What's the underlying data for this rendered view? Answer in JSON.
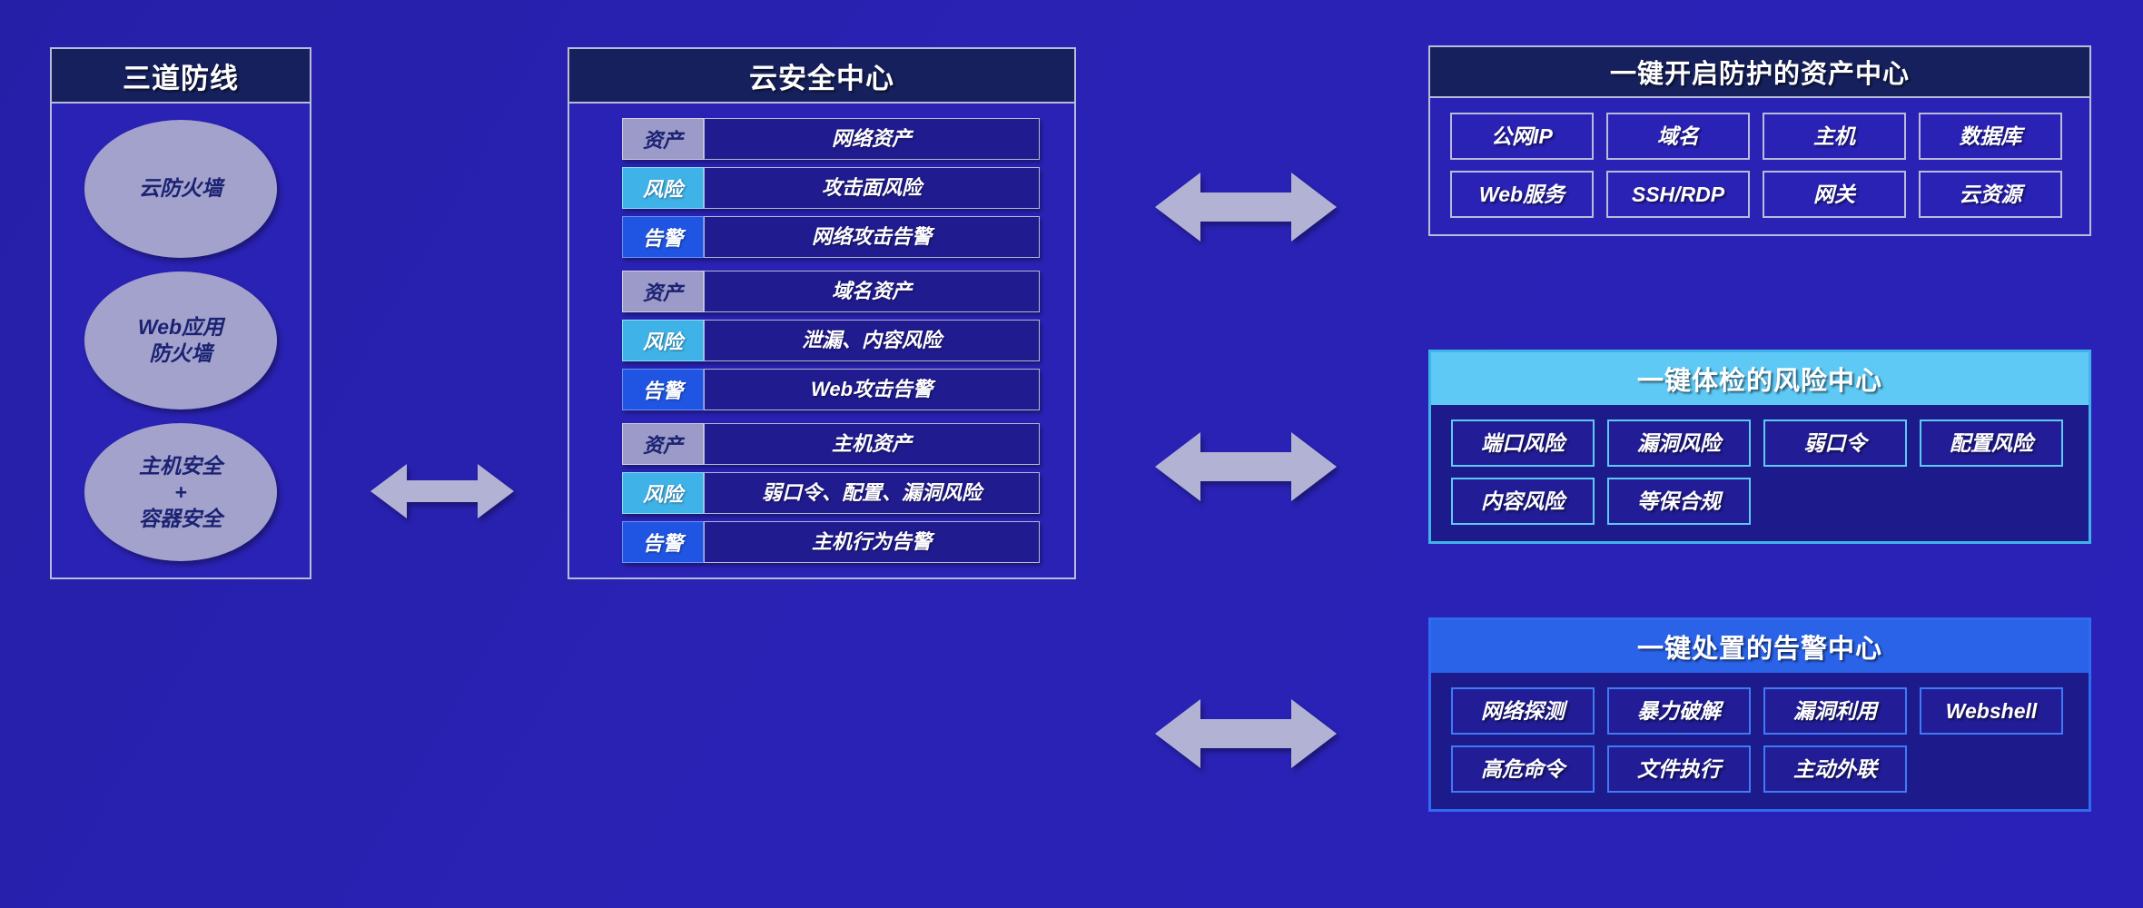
{
  "background_color": "#2a22b4",
  "left_panel": {
    "title": "三道防线",
    "bubbles": [
      {
        "lines": [
          "云防火墙"
        ]
      },
      {
        "lines": [
          "Web应用",
          "防火墙"
        ]
      },
      {
        "lines": [
          "主机安全",
          "+",
          "容器安全"
        ]
      }
    ]
  },
  "center_panel": {
    "title": "云安全中心",
    "tag_colors": {
      "asset": "#9b9ac8",
      "risk": "#3fb3e8",
      "alert": "#1f55e2"
    },
    "groups": [
      {
        "rows": [
          {
            "tag": "资产",
            "kind": "asset",
            "value": "网络资产"
          },
          {
            "tag": "风险",
            "kind": "risk",
            "value": "攻击面风险"
          },
          {
            "tag": "告警",
            "kind": "alert",
            "value": "网络攻击告警"
          }
        ]
      },
      {
        "rows": [
          {
            "tag": "资产",
            "kind": "asset",
            "value": "域名资产"
          },
          {
            "tag": "风险",
            "kind": "risk",
            "value": "泄漏、内容风险"
          },
          {
            "tag": "告警",
            "kind": "alert",
            "value": "Web攻击告警"
          }
        ]
      },
      {
        "rows": [
          {
            "tag": "资产",
            "kind": "asset",
            "value": "主机资产"
          },
          {
            "tag": "风险",
            "kind": "risk",
            "value": "弱口令、配置、漏洞风险"
          },
          {
            "tag": "告警",
            "kind": "alert",
            "value": "主机行为告警"
          }
        ]
      }
    ]
  },
  "right_panels": [
    {
      "id": "asset",
      "title": "一键开启防护的资产中心",
      "accent": "#b9bcd8",
      "rows": [
        [
          "公网IP",
          "域名",
          "主机",
          "数据库"
        ],
        [
          "Web服务",
          "SSH/RDP",
          "网关",
          "云资源"
        ]
      ]
    },
    {
      "id": "risk",
      "title": "一键体检的风险中心",
      "accent": "#5fc9f5",
      "rows": [
        [
          "端口风险",
          "漏洞风险",
          "弱口令",
          "配置风险"
        ],
        [
          "内容风险",
          "等保合规"
        ]
      ]
    },
    {
      "id": "alert",
      "title": "一键处置的告警中心",
      "accent": "#3f7bf5",
      "rows": [
        [
          "网络探测",
          "暴力破解",
          "漏洞利用",
          "Webshell"
        ],
        [
          "高危命令",
          "文件执行",
          "主动外联"
        ]
      ]
    }
  ],
  "arrows": [
    {
      "name": "arrow-left-center",
      "direction": "double-horizontal"
    },
    {
      "name": "arrow-center-asset",
      "direction": "double-horizontal"
    },
    {
      "name": "arrow-center-risk",
      "direction": "double-horizontal"
    },
    {
      "name": "arrow-center-alert",
      "direction": "double-horizontal"
    }
  ]
}
